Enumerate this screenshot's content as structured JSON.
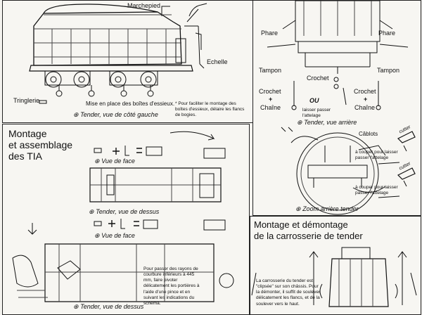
{
  "tender_side": {
    "marchepied": "Marchepied",
    "echelle": "Echelle",
    "tringlerie": "Tringlerie",
    "axle_box_note": "Mise en place des boîtes d'essieux.",
    "bogie_note": "* Pour faciliter le montage des boîtes d'essieux, délaire les flancs de bogies.",
    "caption": "Tender, vue de côté gauche"
  },
  "tender_rear": {
    "phare_left": "Phare",
    "phare_right": "Phare",
    "tampon_left": "Tampon",
    "tampon_right": "Tampon",
    "crochet_center": "Crochet",
    "ou": "OU",
    "laisser_note": "laisser passer l'attelage",
    "crochet_left": "Crochet",
    "plus_left": "+",
    "chaine_left": "Chaîne",
    "crochet_right": "Crochet",
    "plus_right": "+",
    "chaine_right": "Chaîne",
    "caption": "Tender, vue arrière"
  },
  "zoom": {
    "cablots": "Câblots",
    "cutter_top": "cutter",
    "cut_note_top": "à couper pour laisser passer l'attelage",
    "cutter_bottom": "cutter",
    "cut_note_bottom": "à couper pour laisser passer l'attelage",
    "caption": "Zoom arrière tender"
  },
  "montage_tia": {
    "title_line1": "Montage",
    "title_line2": "et assemblage",
    "title_line3": "des TIA",
    "vue_face_1": "Vue de face",
    "caption_1": "Tender, vue de dessus",
    "vue_face_2": "Vue de face",
    "rayons_note": "Pour passer des rayons de courbure inférieurs à 445 mm, faire pivoter délicatement les portières à l'aide d'une pince et en suivant les indications du schéma.",
    "caption_2": "Tender, vue de dessus"
  },
  "carrosserie": {
    "title_line1": "Montage et démontage",
    "title_line2": "de la carrosserie de tender",
    "note": "La carrosserie du tender est \"clipsée\" sur son châssis. Pour la démonter, il suffit de soulever délicatement les flancs, et de la soulever vers le haut."
  },
  "icons": [
    "eye-icon",
    "plus-icon",
    "equals-icon",
    "arrow-icon"
  ]
}
